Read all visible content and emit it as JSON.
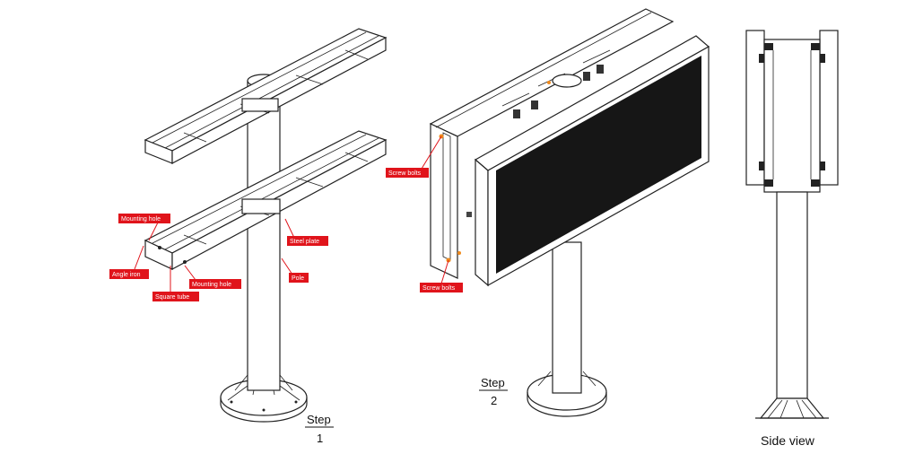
{
  "labels": {
    "mounting_hole_1": "Mounting hole",
    "steel_plate": "Steel plate",
    "angle_iron": "Angle iron",
    "mounting_hole_2": "Mounting hole",
    "pole": "Pole",
    "square_tube": "Square tube",
    "screw_bolts_1": "Screw bolts",
    "screw_bolts_2": "Screw bolts"
  },
  "captions": {
    "step1_word": "Step",
    "step1_num": "1",
    "step2_word": "Step",
    "step2_num": "2",
    "side_view": "Side view"
  },
  "colors": {
    "label_bg": "#e0141b",
    "label_text": "#ffffff",
    "screen": "#161616",
    "line": "#222222"
  }
}
